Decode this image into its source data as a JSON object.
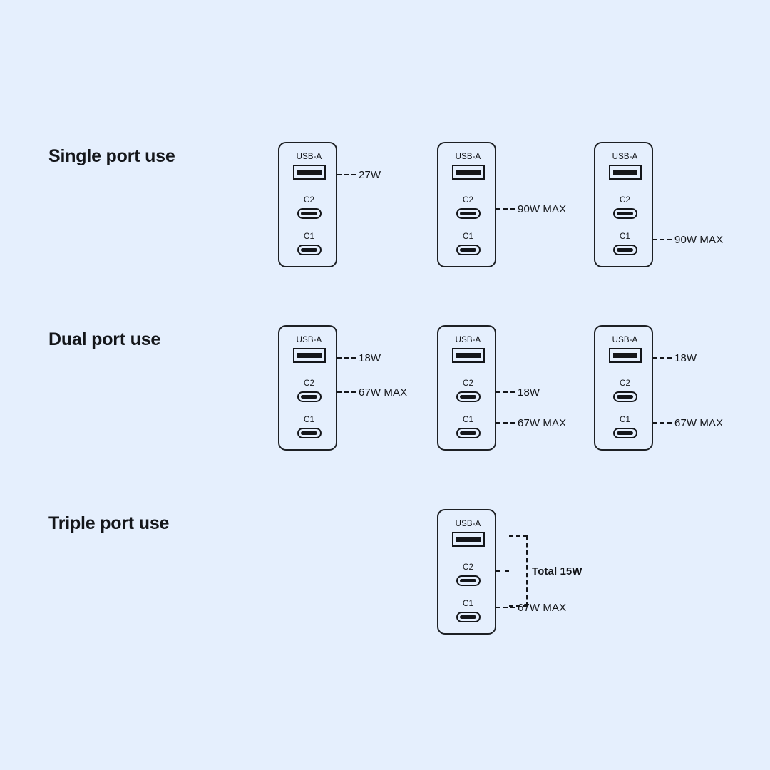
{
  "page": {
    "background_color": "#e5effd",
    "ink_color": "#14161a"
  },
  "sections": [
    {
      "id": "single",
      "title": "Single port use",
      "devices": [
        {
          "id": "single-1",
          "ports": [
            {
              "name": "USB-A",
              "type": "usb-a"
            },
            {
              "name": "C2",
              "type": "usb-c"
            },
            {
              "name": "C1",
              "type": "usb-c"
            }
          ],
          "callouts": [
            {
              "target": "USB-A",
              "text": "27W"
            }
          ]
        },
        {
          "id": "single-2",
          "ports": [
            {
              "name": "USB-A",
              "type": "usb-a"
            },
            {
              "name": "C2",
              "type": "usb-c"
            },
            {
              "name": "C1",
              "type": "usb-c"
            }
          ],
          "callouts": [
            {
              "target": "C2",
              "text": "90W MAX"
            }
          ]
        },
        {
          "id": "single-3",
          "ports": [
            {
              "name": "USB-A",
              "type": "usb-a"
            },
            {
              "name": "C2",
              "type": "usb-c"
            },
            {
              "name": "C1",
              "type": "usb-c"
            }
          ],
          "callouts": [
            {
              "target": "C1",
              "text": "90W MAX"
            }
          ]
        }
      ]
    },
    {
      "id": "dual",
      "title": "Dual port use",
      "devices": [
        {
          "id": "dual-1",
          "ports": [
            {
              "name": "USB-A",
              "type": "usb-a"
            },
            {
              "name": "C2",
              "type": "usb-c"
            },
            {
              "name": "C1",
              "type": "usb-c"
            }
          ],
          "callouts": [
            {
              "target": "USB-A",
              "text": "18W"
            },
            {
              "target": "C2",
              "text": "67W MAX"
            }
          ]
        },
        {
          "id": "dual-2",
          "ports": [
            {
              "name": "USB-A",
              "type": "usb-a"
            },
            {
              "name": "C2",
              "type": "usb-c"
            },
            {
              "name": "C1",
              "type": "usb-c"
            }
          ],
          "callouts": [
            {
              "target": "C2",
              "text": "18W"
            },
            {
              "target": "C1",
              "text": "67W MAX"
            }
          ]
        },
        {
          "id": "dual-3",
          "ports": [
            {
              "name": "USB-A",
              "type": "usb-a"
            },
            {
              "name": "C2",
              "type": "usb-c"
            },
            {
              "name": "C1",
              "type": "usb-c"
            }
          ],
          "callouts": [
            {
              "target": "USB-A",
              "text": "18W"
            },
            {
              "target": "C1",
              "text": "67W MAX"
            }
          ]
        }
      ]
    },
    {
      "id": "triple",
      "title": "Triple port use",
      "devices": [
        {
          "id": "triple-1",
          "ports": [
            {
              "name": "USB-A",
              "type": "usb-a"
            },
            {
              "name": "C2",
              "type": "usb-c"
            },
            {
              "name": "C1",
              "type": "usb-c"
            }
          ],
          "bracket_callout": {
            "targets": "USB-A+C2",
            "text": "Total 15W"
          },
          "callouts": [
            {
              "target": "C1",
              "text": "67W MAX"
            }
          ]
        }
      ]
    }
  ]
}
